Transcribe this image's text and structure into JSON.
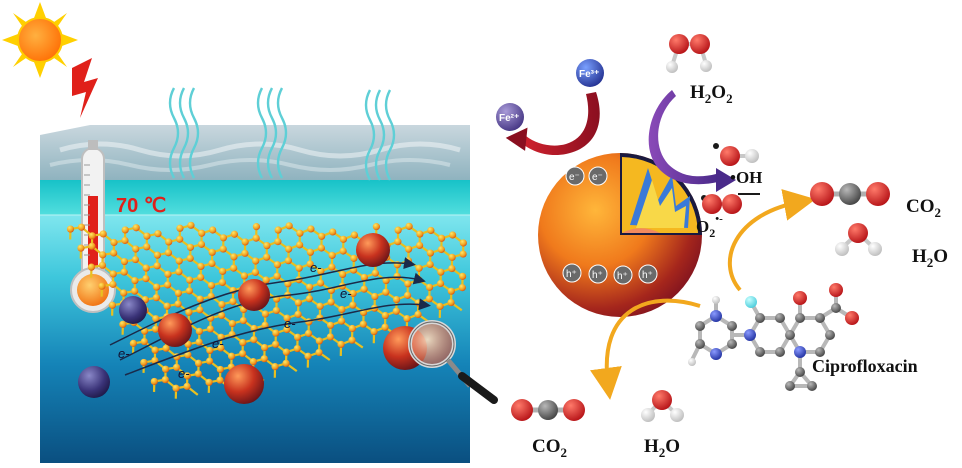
{
  "left_panel": {
    "temperature": "70 ℃",
    "electron_labels": [
      "e-",
      "e-",
      "e-",
      "e-",
      "e-",
      "e-"
    ]
  },
  "right_panel": {
    "fe3": "Fe³⁺",
    "fe2": "Fe²⁺",
    "h2o2": {
      "base": "H",
      "sub1": "2",
      "mid": "O",
      "sub2": "2"
    },
    "hydroxyl_radical": "•OH",
    "superoxide": {
      "base": "O",
      "sub": "2",
      "sup": "•-"
    },
    "electron_charge": "e⁻",
    "hole_charge": "h⁺",
    "co2_right": {
      "base": "CO",
      "sub": "2"
    },
    "h2o_right": {
      "base": "H",
      "sub": "2",
      "tail": "O"
    },
    "co2_bottom": {
      "base": "CO",
      "sub": "2"
    },
    "h2o_bottom": {
      "base": "H",
      "sub": "2",
      "tail": "O"
    },
    "ciprofloxacin": "Ciprofloxacin"
  },
  "colors": {
    "water_top": "#3fd6d6",
    "water_deep": "#0a5a8e",
    "sun": "#ff7a00",
    "lightning": "#e0201a",
    "thermo_red": "#e0201a",
    "arrow_red": "#c0192a",
    "arrow_purple": "#6a2d9a",
    "arrow_orange": "#f2a81e",
    "oxygen": "#e8161a",
    "carbon": "#5a5a5a"
  }
}
